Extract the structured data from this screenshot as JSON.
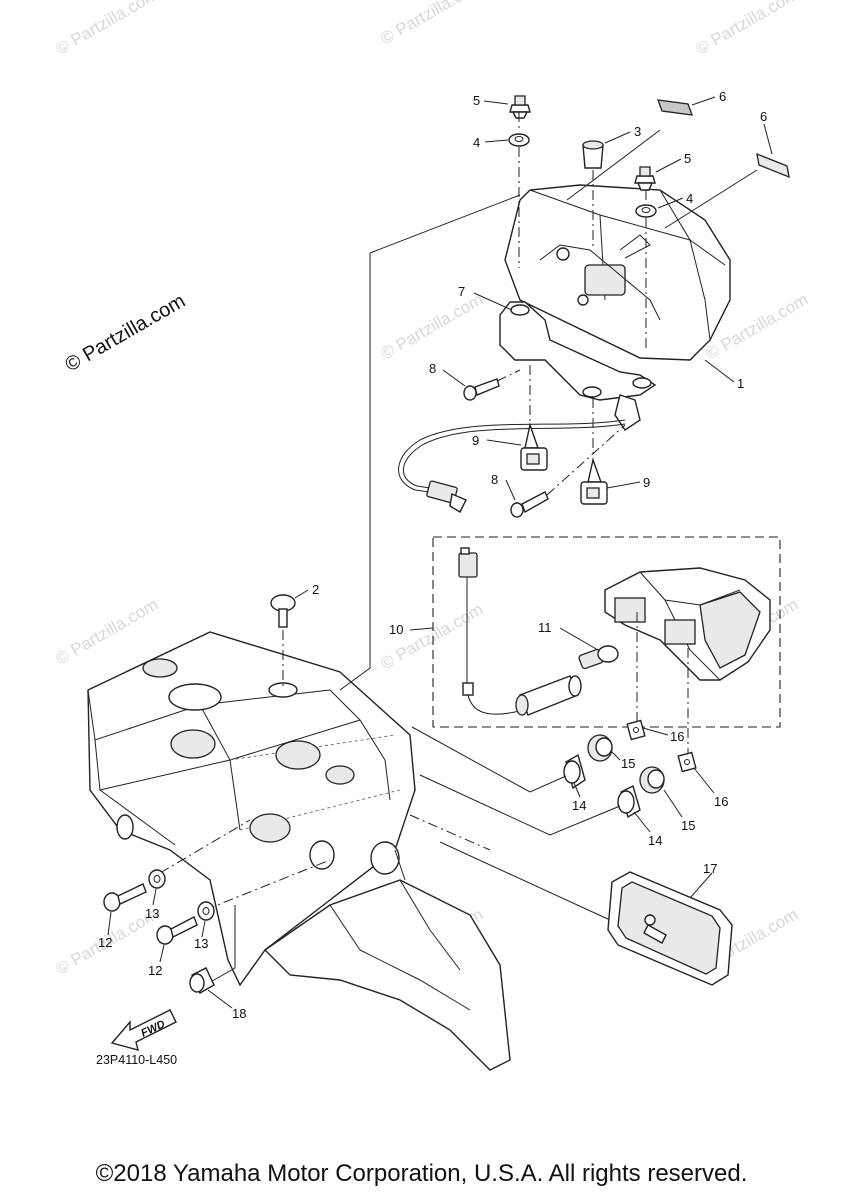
{
  "watermark": "© Partzilla.com",
  "watermark_large": "© Partzilla.com",
  "diagram_code": "23P4110-L450",
  "fwd_label": "FWD",
  "copyright": "©2018 Yamaha Motor Corporation, U.S.A. All rights reserved.",
  "callouts": {
    "c1": "1",
    "c2": "2",
    "c3": "3",
    "c4a": "4",
    "c4b": "4",
    "c5a": "5",
    "c5b": "5",
    "c6a": "6",
    "c6b": "6",
    "c7": "7",
    "c8a": "8",
    "c8b": "8",
    "c9a": "9",
    "c9b": "9",
    "c10": "10",
    "c11": "11",
    "c12a": "12",
    "c12b": "12",
    "c13a": "13",
    "c13b": "13",
    "c14a": "14",
    "c14b": "14",
    "c15a": "15",
    "c15b": "15",
    "c16a": "16",
    "c16b": "16",
    "c17": "17",
    "c18": "18"
  }
}
